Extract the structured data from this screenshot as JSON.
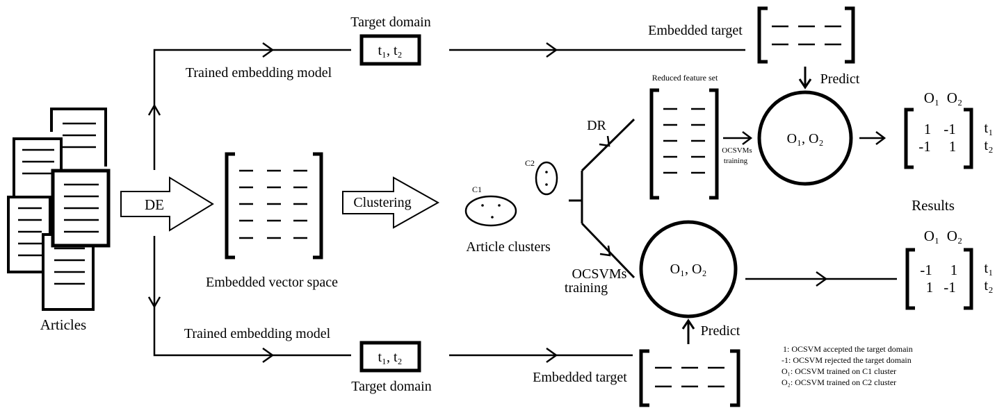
{
  "labels": {
    "articles": "Articles",
    "de": "DE",
    "embedded_vector_space": "Embedded vector space",
    "clustering": "Clustering",
    "article_clusters": "Article clusters",
    "c1": "C1",
    "c2": "C2",
    "dr": "DR",
    "ocsvms_training": [
      "OCSVMs",
      "training"
    ],
    "ocsvms_training_small": [
      "OCSVMs",
      "training"
    ],
    "reduced_feature_set": "Reduced feature set",
    "trained_embedding_model_top": "Trained embedding model",
    "trained_embedding_model_bottom": "Trained embedding model",
    "target_domain_top": "Target domain",
    "target_domain_bottom": "Target domain",
    "target_box_top": "t₁, t₂",
    "target_box_bottom": "t₁, t₂",
    "embedded_target_top": "Embedded target",
    "embedded_target_bottom": "Embedded target",
    "predict_top": "Predict",
    "predict_bottom": "Predict",
    "circle_top": "O₁, O₂",
    "circle_bottom": "O₁, O₂",
    "results": "Results"
  },
  "result_top": {
    "columns": [
      "O₁",
      "O₂"
    ],
    "rows": [
      {
        "values": [
          "1",
          "-1"
        ],
        "row_label": "t₁"
      },
      {
        "values": [
          "-1",
          "1"
        ],
        "row_label": "t₂"
      }
    ]
  },
  "result_bottom": {
    "columns": [
      "O₁",
      "O₂"
    ],
    "rows": [
      {
        "values": [
          "-1",
          "1"
        ],
        "row_label": "t₁"
      },
      {
        "values": [
          "1",
          "-1"
        ],
        "row_label": "t₂"
      }
    ]
  },
  "legend": [
    "1:  OCSVM accepted the target domain",
    "-1:  OCSVM rejected the target domain",
    "O₁: OCSVM trained on C1 cluster",
    "O₂: OCSVM trained on C2 cluster"
  ]
}
